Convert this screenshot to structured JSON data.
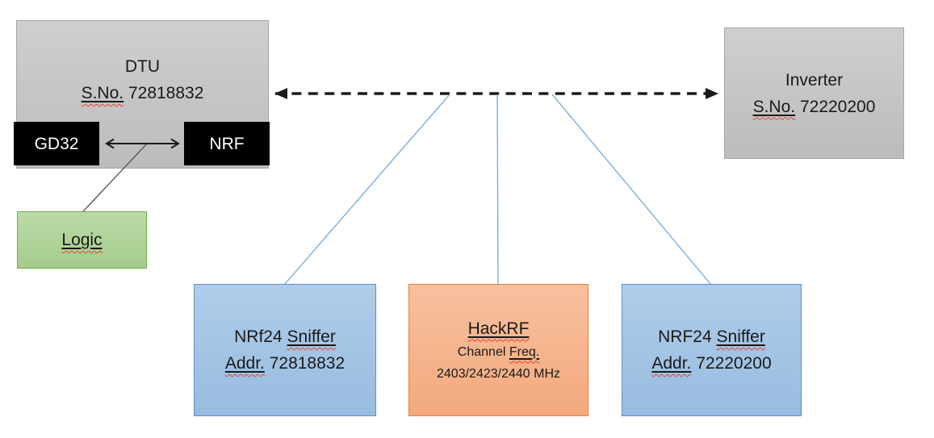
{
  "nodes": {
    "dtu": {
      "title": "DTU",
      "serial_label": "S.No.",
      "serial_value": "72818832"
    },
    "gd32": {
      "label": "GD32"
    },
    "nrf": {
      "label": "NRF"
    },
    "logic": {
      "label": "Logic"
    },
    "inverter": {
      "title": "Inverter",
      "serial_label": "S.No.",
      "serial_value": "72220200"
    },
    "sniffer_left": {
      "name_prefix": "NRf24",
      "name_word": "Sniffer",
      "addr_label": "Addr.",
      "addr_value": "72818832"
    },
    "hackrf": {
      "title": "HackRF",
      "freq_word_plain": "Channel",
      "freq_word_underlined": "Freq.",
      "frequencies": "2403/2423/2440 MHz"
    },
    "sniffer_right": {
      "name_prefix": "NRF24",
      "name_word": "Sniffer",
      "addr_label": "Addr.",
      "addr_value": "72220200"
    }
  },
  "colors": {
    "gray-top": "#CFCFCF",
    "gray-bottom": "#BCBCBC",
    "gray-border": "#A6A6A6",
    "blue-top": "#B0CCE8",
    "blue-bottom": "#98BCE0",
    "blue-border": "#5B8FC9",
    "orange-top": "#F8C09F",
    "orange-bottom": "#F2A97D",
    "orange-border": "#ED7D31",
    "green-top": "#BCDAA8",
    "green-bottom": "#A4CC8C",
    "green-border": "#70AD47",
    "chip-black": "#000000",
    "chip-text": "#FFFFFF",
    "text": "#1A1A1A",
    "connector-black": "#1A1A1A",
    "connector-thin": "#404040",
    "connector-blue": "#6FA8DC",
    "squiggle": "#E0462F"
  }
}
